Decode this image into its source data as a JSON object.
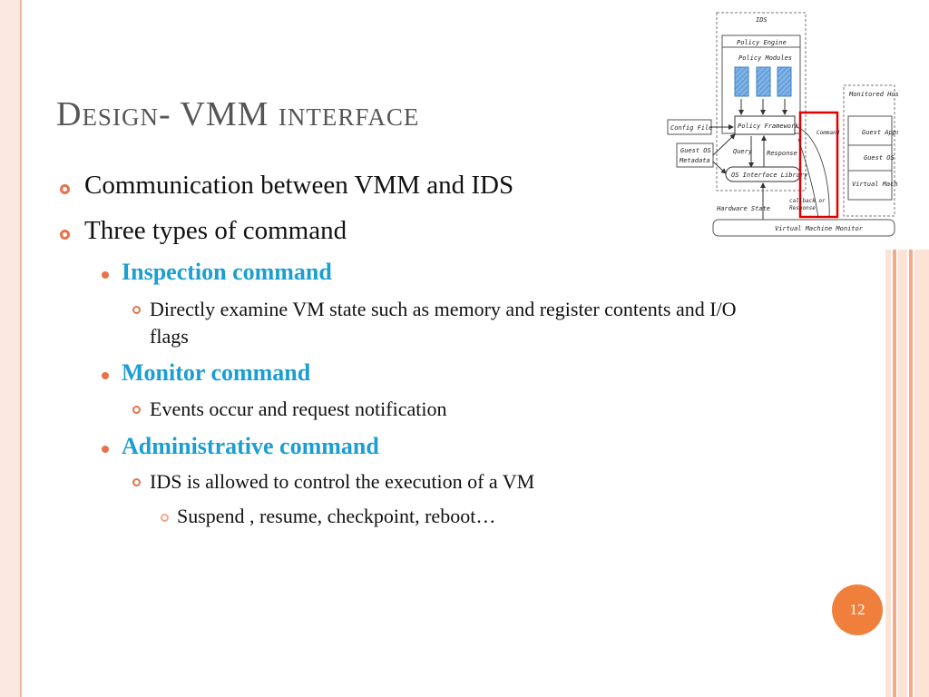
{
  "slide": {
    "title": "Design- VMM interface",
    "page_number": "12",
    "bullets": [
      {
        "text": "Communication between VMM and IDS"
      },
      {
        "text": "Three types of command",
        "children": [
          {
            "text": "Inspection command",
            "children": [
              {
                "text": "Directly examine VM state such as memory and register contents and I/O flags"
              }
            ]
          },
          {
            "text": "Monitor command",
            "children": [
              {
                "text": "Events occur and request notification"
              }
            ]
          },
          {
            "text": "Administrative command",
            "children": [
              {
                "text": "IDS is allowed to control the execution of a VM",
                "children": [
                  {
                    "text": "Suspend , resume, checkpoint, reboot…"
                  }
                ]
              }
            ]
          }
        ]
      }
    ]
  },
  "diagram": {
    "ids_label": "IDS",
    "policy_engine": "Policy Engine",
    "policy_modules": "Policy Modules",
    "config_file": "Config File",
    "policy_framework": "Policy Framework",
    "guest_os_metadata_1": "Guest OS",
    "guest_os_metadata_2": "Metadata",
    "query": "Query",
    "response": "Response",
    "os_interface_library": "OS Interface Library",
    "command": "Command",
    "callback_1": "callback or",
    "callback_2": "Response",
    "hardware_state": "Hardware State",
    "monitored_host": "Monitored Host",
    "guest_apps": "Guest Apps",
    "guest_os": "Guest OS",
    "virtual_machine": "Virtual Machine",
    "virtual_machine_monitor": "Virtual Machine Monitor"
  },
  "colors": {
    "accent": "#e8734a",
    "level2_text": "#1a9ed4",
    "highlight": "#e00000",
    "module_fill": "#7fb3e6"
  }
}
